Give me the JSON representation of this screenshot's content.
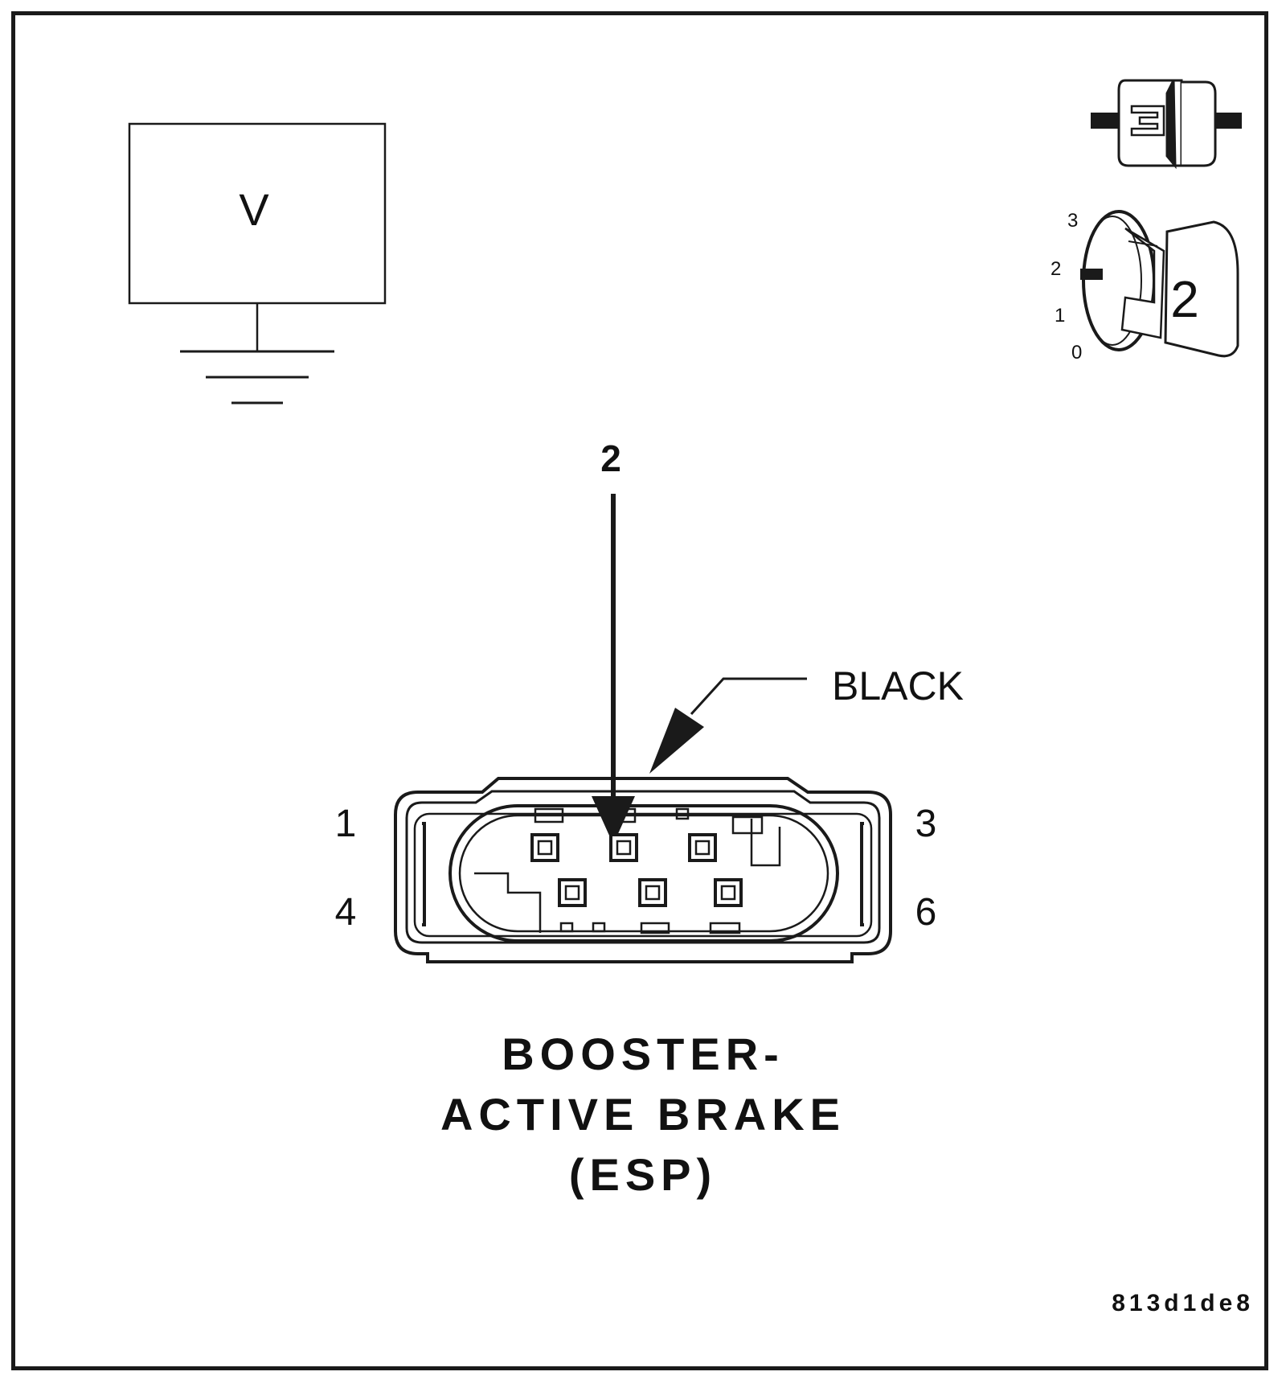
{
  "voltmeter": {
    "symbol": "V"
  },
  "ignition": {
    "positions": [
      "3",
      "2",
      "1",
      "0"
    ],
    "key_position": "2"
  },
  "probe": {
    "pin_label": "2"
  },
  "connector": {
    "color_label": "BLACK",
    "pins": {
      "top_left": "1",
      "top_right": "3",
      "bottom_left": "4",
      "bottom_right": "6"
    }
  },
  "title": {
    "line1": "BOOSTER-",
    "line2": "ACTIVE BRAKE",
    "line3": "(ESP)"
  },
  "figure_id": "813d1de8"
}
